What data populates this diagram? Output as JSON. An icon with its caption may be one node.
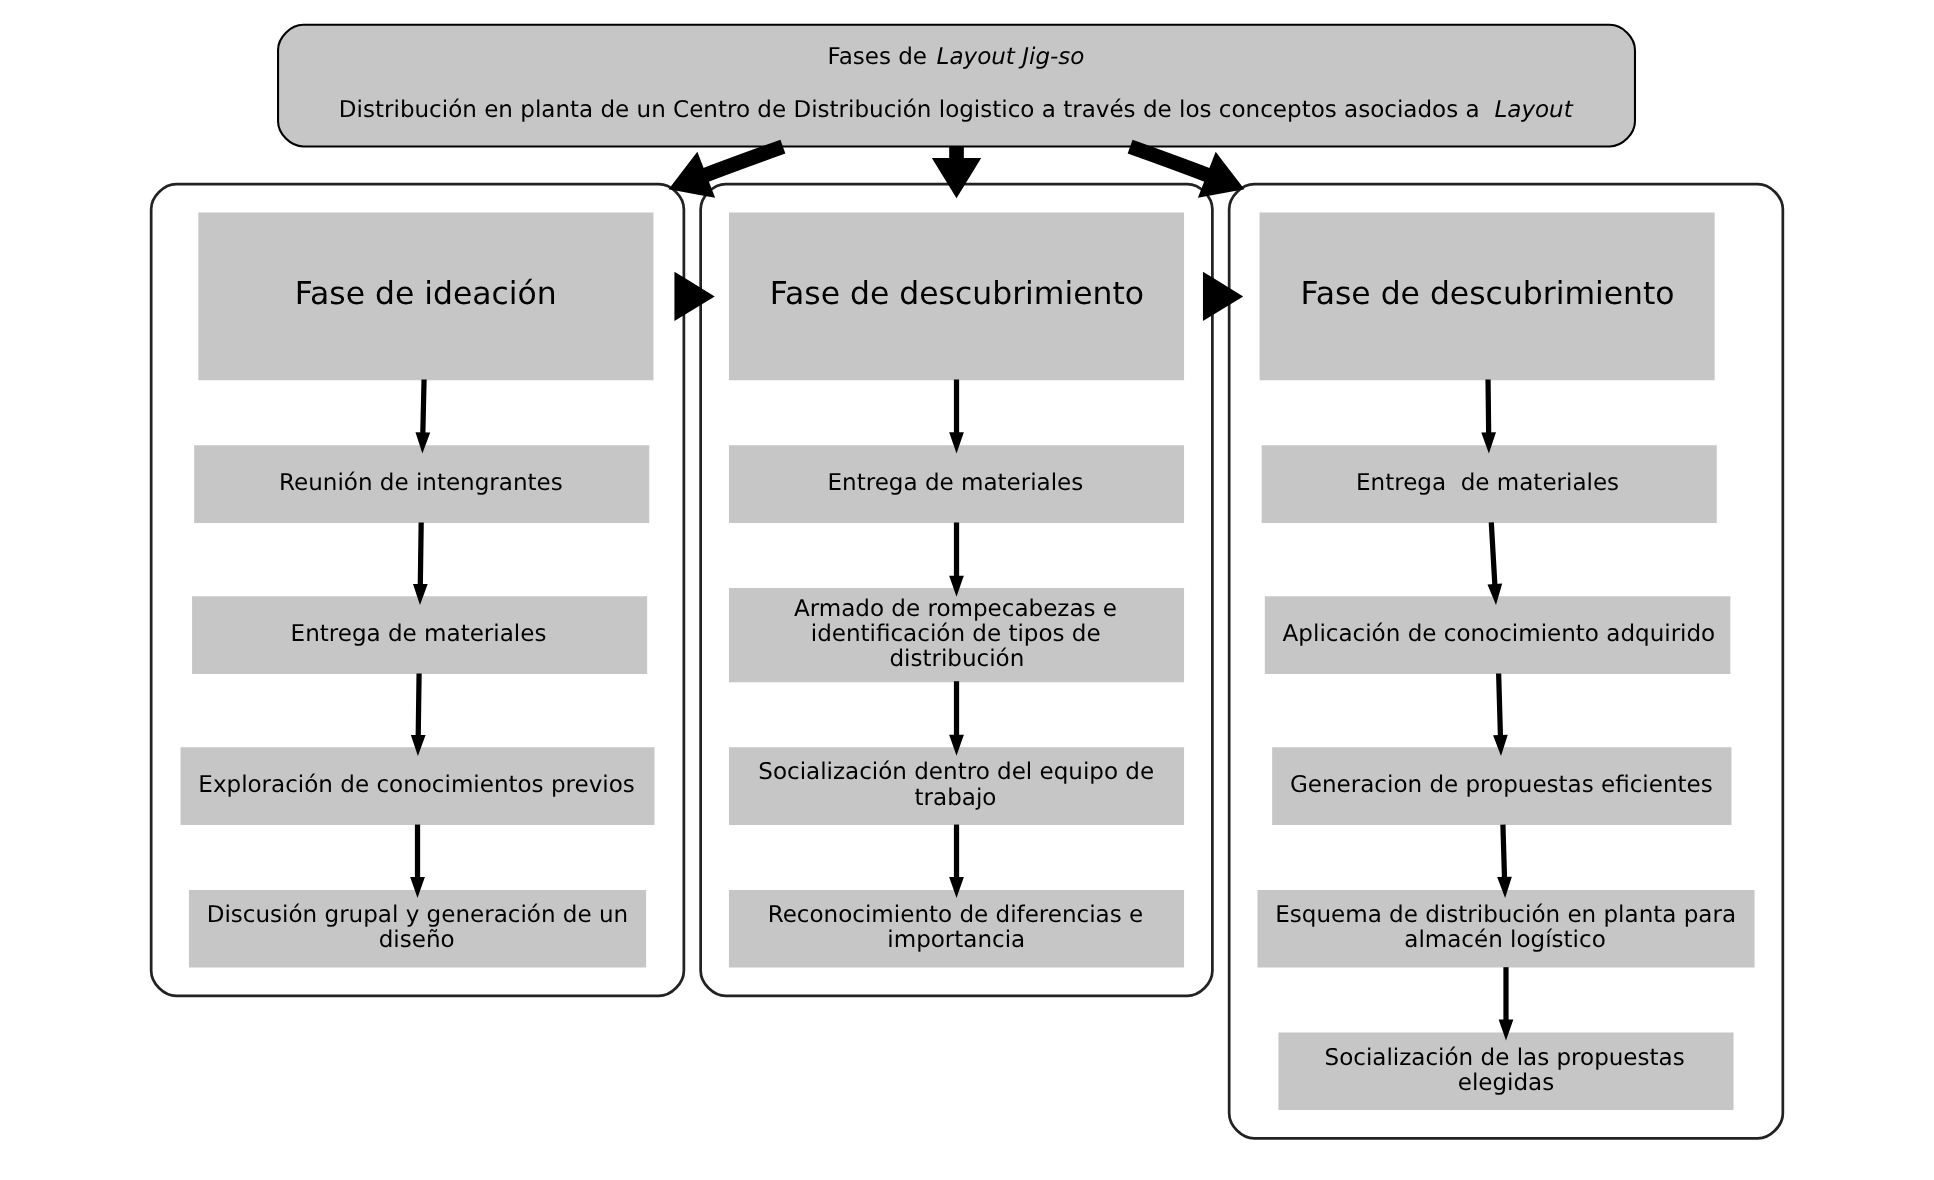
{
  "diagram": {
    "nodes": [
      {
        "text": [
          "Fases de *Layout Jig-so*",
          "Distribución en planta de un Centro de Distribución logistico a través de los conceptos asociados a *Layout*"
        ]
      },
      {
        "text": [],
        "shape": "box"
      },
      {
        "text": [
          "Fase de ideación"
        ],
        "in": 1
      },
      {
        "text": [
          "Reunión de intengrantes"
        ],
        "in": 1
      },
      {
        "text": [
          "Entrega de materiales"
        ],
        "in": 1
      },
      {
        "text": [
          "Exploración de conocimientos previos"
        ],
        "in": 1
      },
      {
        "text": [
          "Discusión grupal y generación de un diseño"
        ],
        "in": 1
      },
      {
        "text": [],
        "shape": "box"
      },
      {
        "text": [
          "Fase de descubrimiento"
        ],
        "in": 7
      },
      {
        "text": [
          "Entrega de materiales"
        ],
        "in": 7
      },
      {
        "text": [
          "Armado de rompecabezas e identificación de tipos de distribución"
        ],
        "in": 7
      },
      {
        "text": [
          "Socialización dentro del equipo de trabajo"
        ],
        "in": 7
      },
      {
        "text": [
          "Reconocimiento de diferencias e importancia"
        ],
        "in": 7
      },
      {
        "text": [],
        "shape": "box"
      },
      {
        "text": [
          "Fase de descubrimiento"
        ],
        "in": 13
      },
      {
        "text": [
          "Entrega  de materiales"
        ],
        "in": 13
      },
      {
        "text": [
          "Aplicación de conocimiento adquirido"
        ],
        "in": 13
      },
      {
        "text": [
          "Generacion de propuestas eficientes"
        ],
        "in": 13
      },
      {
        "text": [
          "Esquema de distribución en planta para almacén logístico"
        ],
        "in": 13
      },
      {
        "text": [
          "Socialización de las propuestas elegidas"
        ],
        "in": 13
      }
    ],
    "edges": [
      {
        "from": 0,
        "to": 1,
        "arrow": "to",
        "style": "thick"
      },
      {
        "from": 0,
        "to": 7,
        "arrow": "to",
        "style": "thick"
      },
      {
        "from": 0,
        "to": 13,
        "arrow": "to",
        "style": "thick"
      },
      {
        "from": 1,
        "to": 7,
        "arrow": "to",
        "style": "thick"
      },
      {
        "from": 7,
        "to": 13,
        "arrow": "to",
        "style": "thick"
      },
      {
        "from": 2,
        "to": 3,
        "arrow": "to"
      },
      {
        "from": 3,
        "to": 4,
        "arrow": "to"
      },
      {
        "from": 4,
        "to": 5,
        "arrow": "to"
      },
      {
        "from": 5,
        "to": 6,
        "arrow": "to"
      },
      {
        "from": 8,
        "to": 9,
        "arrow": "to"
      },
      {
        "from": 9,
        "to": 10,
        "arrow": "to"
      },
      {
        "from": 10,
        "to": 11,
        "arrow": "to"
      },
      {
        "from": 11,
        "to": 12,
        "arrow": "to"
      },
      {
        "from": 14,
        "to": 15,
        "arrow": "to"
      },
      {
        "from": 15,
        "to": 16,
        "arrow": "to"
      },
      {
        "from": 16,
        "to": 17,
        "arrow": "to"
      },
      {
        "from": 17,
        "to": 18,
        "arrow": "to"
      },
      {
        "from": 18,
        "to": 19,
        "arrow": "to"
      }
    ]
  }
}
